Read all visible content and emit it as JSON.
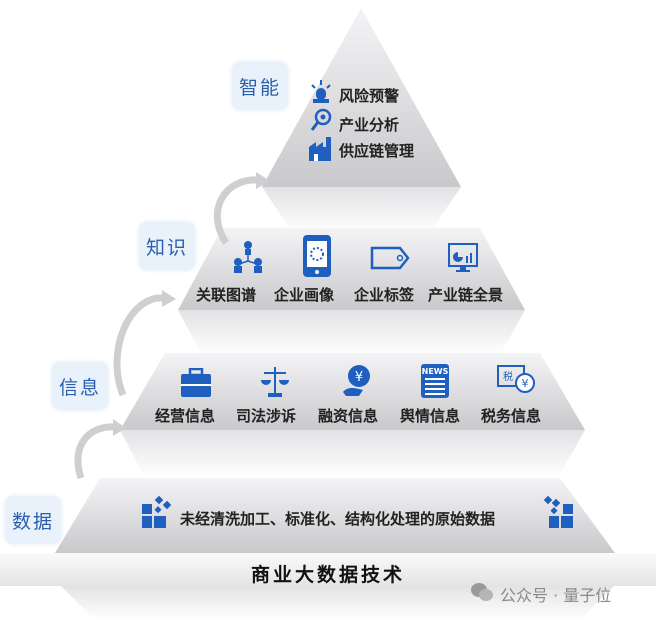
{
  "levels": {
    "intelligence": "智能",
    "knowledge": "知识",
    "information": "信息",
    "data": "数据"
  },
  "intelligence_items": [
    "风险预警",
    "产业分析",
    "供应链管理"
  ],
  "knowledge_items": [
    "关联图谱",
    "企业画像",
    "企业标签",
    "产业链全景"
  ],
  "information_items": [
    "经营信息",
    "司法涉诉",
    "融资信息",
    "舆情信息",
    "税务信息"
  ],
  "data_description": "未经清洗加工、标准化、结构化处理的原始数据",
  "base_title": "商业大数据技术",
  "watermark": "公众号 · 量子位",
  "colors": {
    "icon": "#1f5fc0",
    "label": "#2a5fb0"
  }
}
